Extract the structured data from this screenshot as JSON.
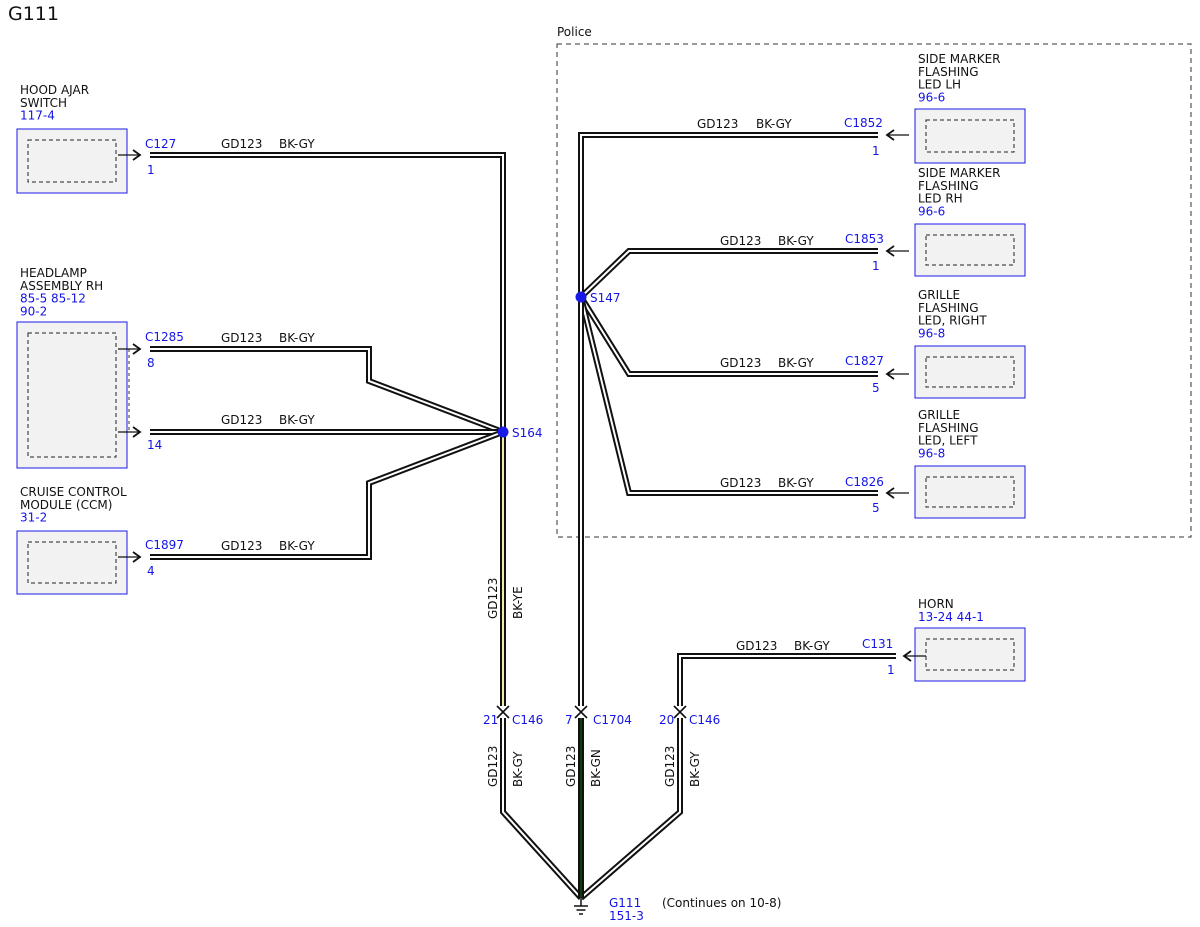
{
  "page": {
    "title": "G111"
  },
  "police_region": {
    "label": "Police"
  },
  "colors": {
    "wire_outline": "#111111",
    "wire_bk_gy": "#ffffff",
    "wire_bk_ye": "#f3f0a6",
    "wire_bk_gn": "#0c3d0c",
    "component_outline": "#1a1ae6",
    "component_fill": "#f2f2f2",
    "blue_text": "#1414e6",
    "splice": "#1a1ae6"
  },
  "components": [
    {
      "id": "hood-ajar-switch",
      "name_lines": [
        "HOOD AJAR",
        "SWITCH"
      ],
      "refs": [
        "117-4"
      ]
    },
    {
      "id": "headlamp-assembly-rh",
      "name_lines": [
        "HEADLAMP",
        "ASSEMBLY RH"
      ],
      "refs": [
        "85-5    85-12",
        "90-2"
      ]
    },
    {
      "id": "cruise-control-module",
      "name_lines": [
        "CRUISE CONTROL",
        "MODULE (CCM)"
      ],
      "refs": [
        "31-2"
      ]
    },
    {
      "id": "side-marker-lh",
      "name_lines": [
        "SIDE MARKER",
        "FLASHING",
        "LED LH"
      ],
      "refs": [
        "96-6"
      ]
    },
    {
      "id": "side-marker-rh",
      "name_lines": [
        "SIDE MARKER",
        "FLASHING",
        "LED RH"
      ],
      "refs": [
        "96-6"
      ]
    },
    {
      "id": "grille-led-right",
      "name_lines": [
        "GRILLE",
        "FLASHING",
        "LED, RIGHT"
      ],
      "refs": [
        "96-8"
      ]
    },
    {
      "id": "grille-led-left",
      "name_lines": [
        "GRILLE",
        "FLASHING",
        "LED, LEFT"
      ],
      "refs": [
        "96-8"
      ]
    },
    {
      "id": "horn",
      "name_lines": [
        "HORN"
      ],
      "refs": [
        "13-24    44-1"
      ]
    }
  ],
  "connectors": [
    {
      "id": "c127",
      "name": "C127",
      "pin": "1"
    },
    {
      "id": "c1285-8",
      "name": "C1285",
      "pin": "8"
    },
    {
      "id": "c1285-14",
      "name": "",
      "pin": "14"
    },
    {
      "id": "c1897",
      "name": "C1897",
      "pin": "4"
    },
    {
      "id": "c1852",
      "name": "C1852",
      "pin": "1"
    },
    {
      "id": "c1853",
      "name": "C1853",
      "pin": "1"
    },
    {
      "id": "c1827",
      "name": "C1827",
      "pin": "5"
    },
    {
      "id": "c1826",
      "name": "C1826",
      "pin": "5"
    },
    {
      "id": "c131",
      "name": "C131",
      "pin": "1"
    }
  ],
  "wires": [
    {
      "id": "hood",
      "circuit": "GD123",
      "color": "BK-GY"
    },
    {
      "id": "hl8",
      "circuit": "GD123",
      "color": "BK-GY"
    },
    {
      "id": "hl14",
      "circuit": "GD123",
      "color": "BK-GY"
    },
    {
      "id": "ccm",
      "circuit": "GD123",
      "color": "BK-GY"
    },
    {
      "id": "smlh",
      "circuit": "GD123",
      "color": "BK-GY"
    },
    {
      "id": "smrh",
      "circuit": "GD123",
      "color": "BK-GY"
    },
    {
      "id": "grr",
      "circuit": "GD123",
      "color": "BK-GY"
    },
    {
      "id": "grl",
      "circuit": "GD123",
      "color": "BK-GY"
    },
    {
      "id": "horn",
      "circuit": "GD123",
      "color": "BK-GY"
    },
    {
      "id": "s164-down",
      "circuit": "GD123",
      "color": "BK-YE"
    },
    {
      "id": "c146-21-down",
      "circuit": "GD123",
      "color": "BK-GY"
    },
    {
      "id": "c1704-down",
      "circuit": "GD123",
      "color": "BK-GN"
    },
    {
      "id": "c146-20-down",
      "circuit": "GD123",
      "color": "BK-GY"
    }
  ],
  "splices": [
    {
      "id": "s164",
      "name": "S164"
    },
    {
      "id": "s147",
      "name": "S147"
    }
  ],
  "inline_connectors": [
    {
      "id": "c146-21",
      "pin": "21",
      "name": "C146"
    },
    {
      "id": "c1704-7",
      "pin": "7",
      "name": "C1704"
    },
    {
      "id": "c146-20",
      "pin": "20",
      "name": "C146"
    }
  ],
  "ground": {
    "name": "G111",
    "ref": "151-3",
    "note": "(Continues on 10-8)"
  }
}
